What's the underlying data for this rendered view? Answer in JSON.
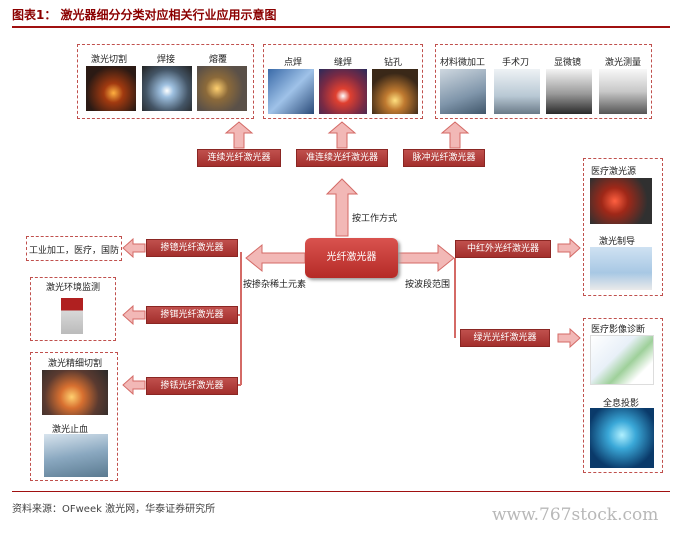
{
  "title": "图表1： 激光器细分分类对应相关行业应用示意图",
  "center": "光纤激光器",
  "criteria": {
    "work_mode": "按工作方式",
    "doping": "按掺杂稀土元素",
    "band": "按波段范围"
  },
  "top_types": [
    "连续光纤激光器",
    "准连续光纤激光器",
    "脉冲光纤激光器"
  ],
  "top_apps": {
    "group1": [
      "激光切割",
      "焊接",
      "熔覆"
    ],
    "group2": [
      "点焊",
      "缝焊",
      "钻孔"
    ],
    "group3": [
      "材料微加工",
      "手术刀",
      "显微镜",
      "激光测量"
    ]
  },
  "left_types": [
    "掺镱光纤激光器",
    "掺铒光纤激光器",
    "掺铥光纤激光器"
  ],
  "left_apps": {
    "ytterbium": "工业加工，医疗，国防",
    "erbium": "激光环境监测",
    "thulium": [
      "激光精细切割",
      "激光止血"
    ]
  },
  "right_types": [
    "中红外光纤激光器",
    "绿光光纤激光器"
  ],
  "right_apps": {
    "mid_ir": [
      "医疗激光源",
      "激光制导"
    ],
    "green": [
      "医疗影像诊断",
      "全息投影"
    ]
  },
  "source": "资料来源：OFweek 激光网，华泰证券研究所",
  "watermark": "www.767stock.com"
}
